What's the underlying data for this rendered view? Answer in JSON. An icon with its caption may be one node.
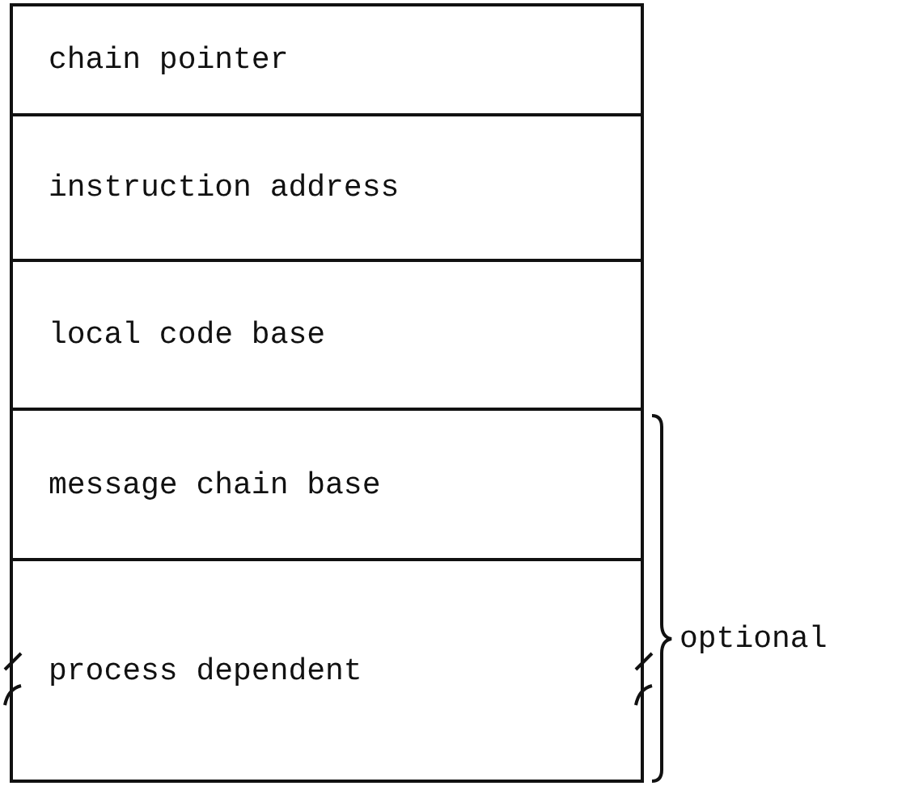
{
  "diagram": {
    "nodes": [
      {
        "text": [
          "chain pointer"
        ]
      },
      {
        "text": [
          "instruction address"
        ]
      },
      {
        "text": [
          "local code base"
        ]
      },
      {
        "text": [
          "message chain base"
        ]
      },
      {
        "text": [
          "process dependent"
        ]
      }
    ],
    "labels": [
      "optional"
    ]
  }
}
